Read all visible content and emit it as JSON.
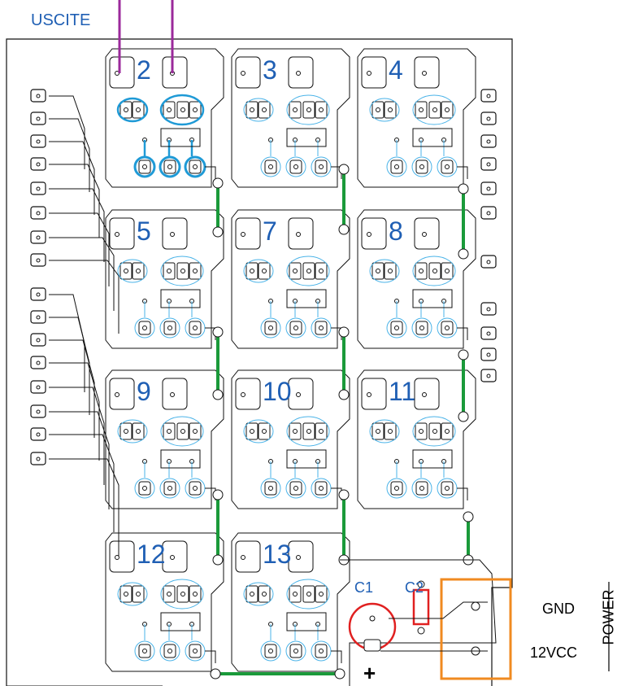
{
  "labels": {
    "outputs": "USCITE",
    "gnd": "GND",
    "vcc": "12VCC",
    "power": "POWER",
    "c1": "C1",
    "c2": "C2",
    "plus": "+"
  },
  "modules": [
    "2",
    "3",
    "4",
    "5",
    "7",
    "8",
    "9",
    "10",
    "11",
    "12",
    "13"
  ],
  "colors": {
    "trace": "#111111",
    "pad": "#4ab3e8",
    "pad_highlight": "#1f9ad6",
    "jumper": "#1a9a3a",
    "outputs_wire": "#9b2a9b",
    "c1_marker": "#e02020",
    "c2_marker": "#e02020",
    "power_connector": "#f08a20",
    "module_number": "#1f5fb4"
  }
}
